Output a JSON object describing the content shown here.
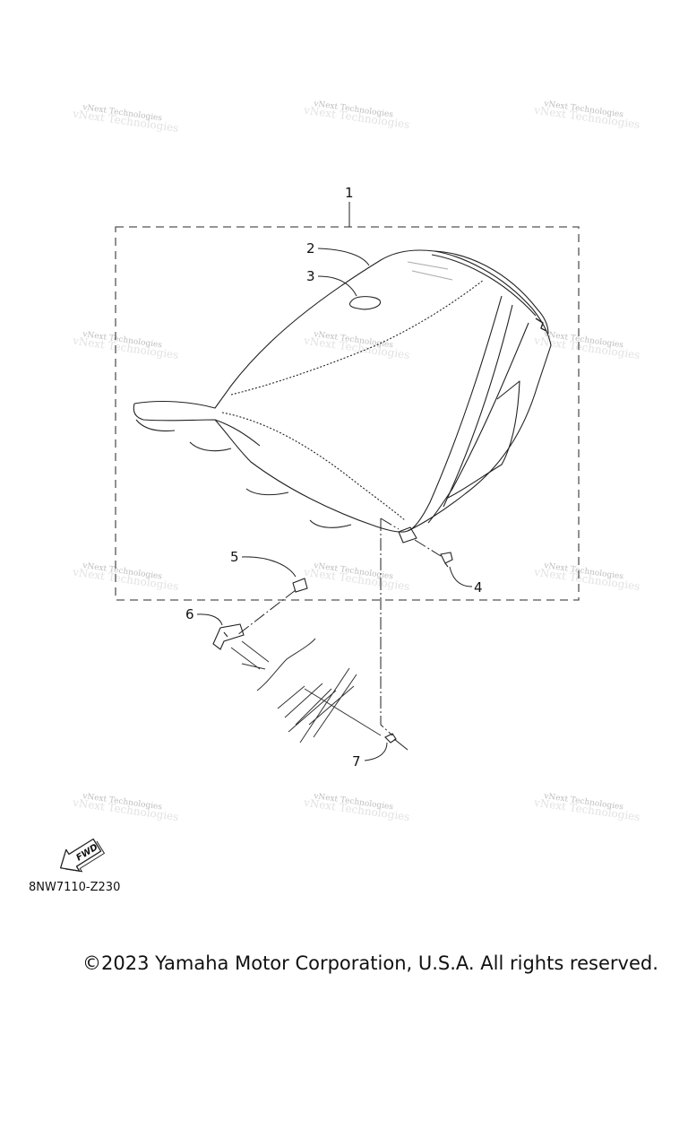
{
  "callouts": {
    "c1": "1",
    "c2": "2",
    "c3": "3",
    "c4": "4",
    "c5": "5",
    "c6": "6",
    "c7": "7"
  },
  "watermark": {
    "small": "vNext Technologies",
    "big": "vNext Technologies"
  },
  "fwd_label": "FWD",
  "diagram_code": "8NW7110-Z230",
  "copyright": "©2023 Yamaha Motor Corporation, U.S.A. All rights reserved."
}
